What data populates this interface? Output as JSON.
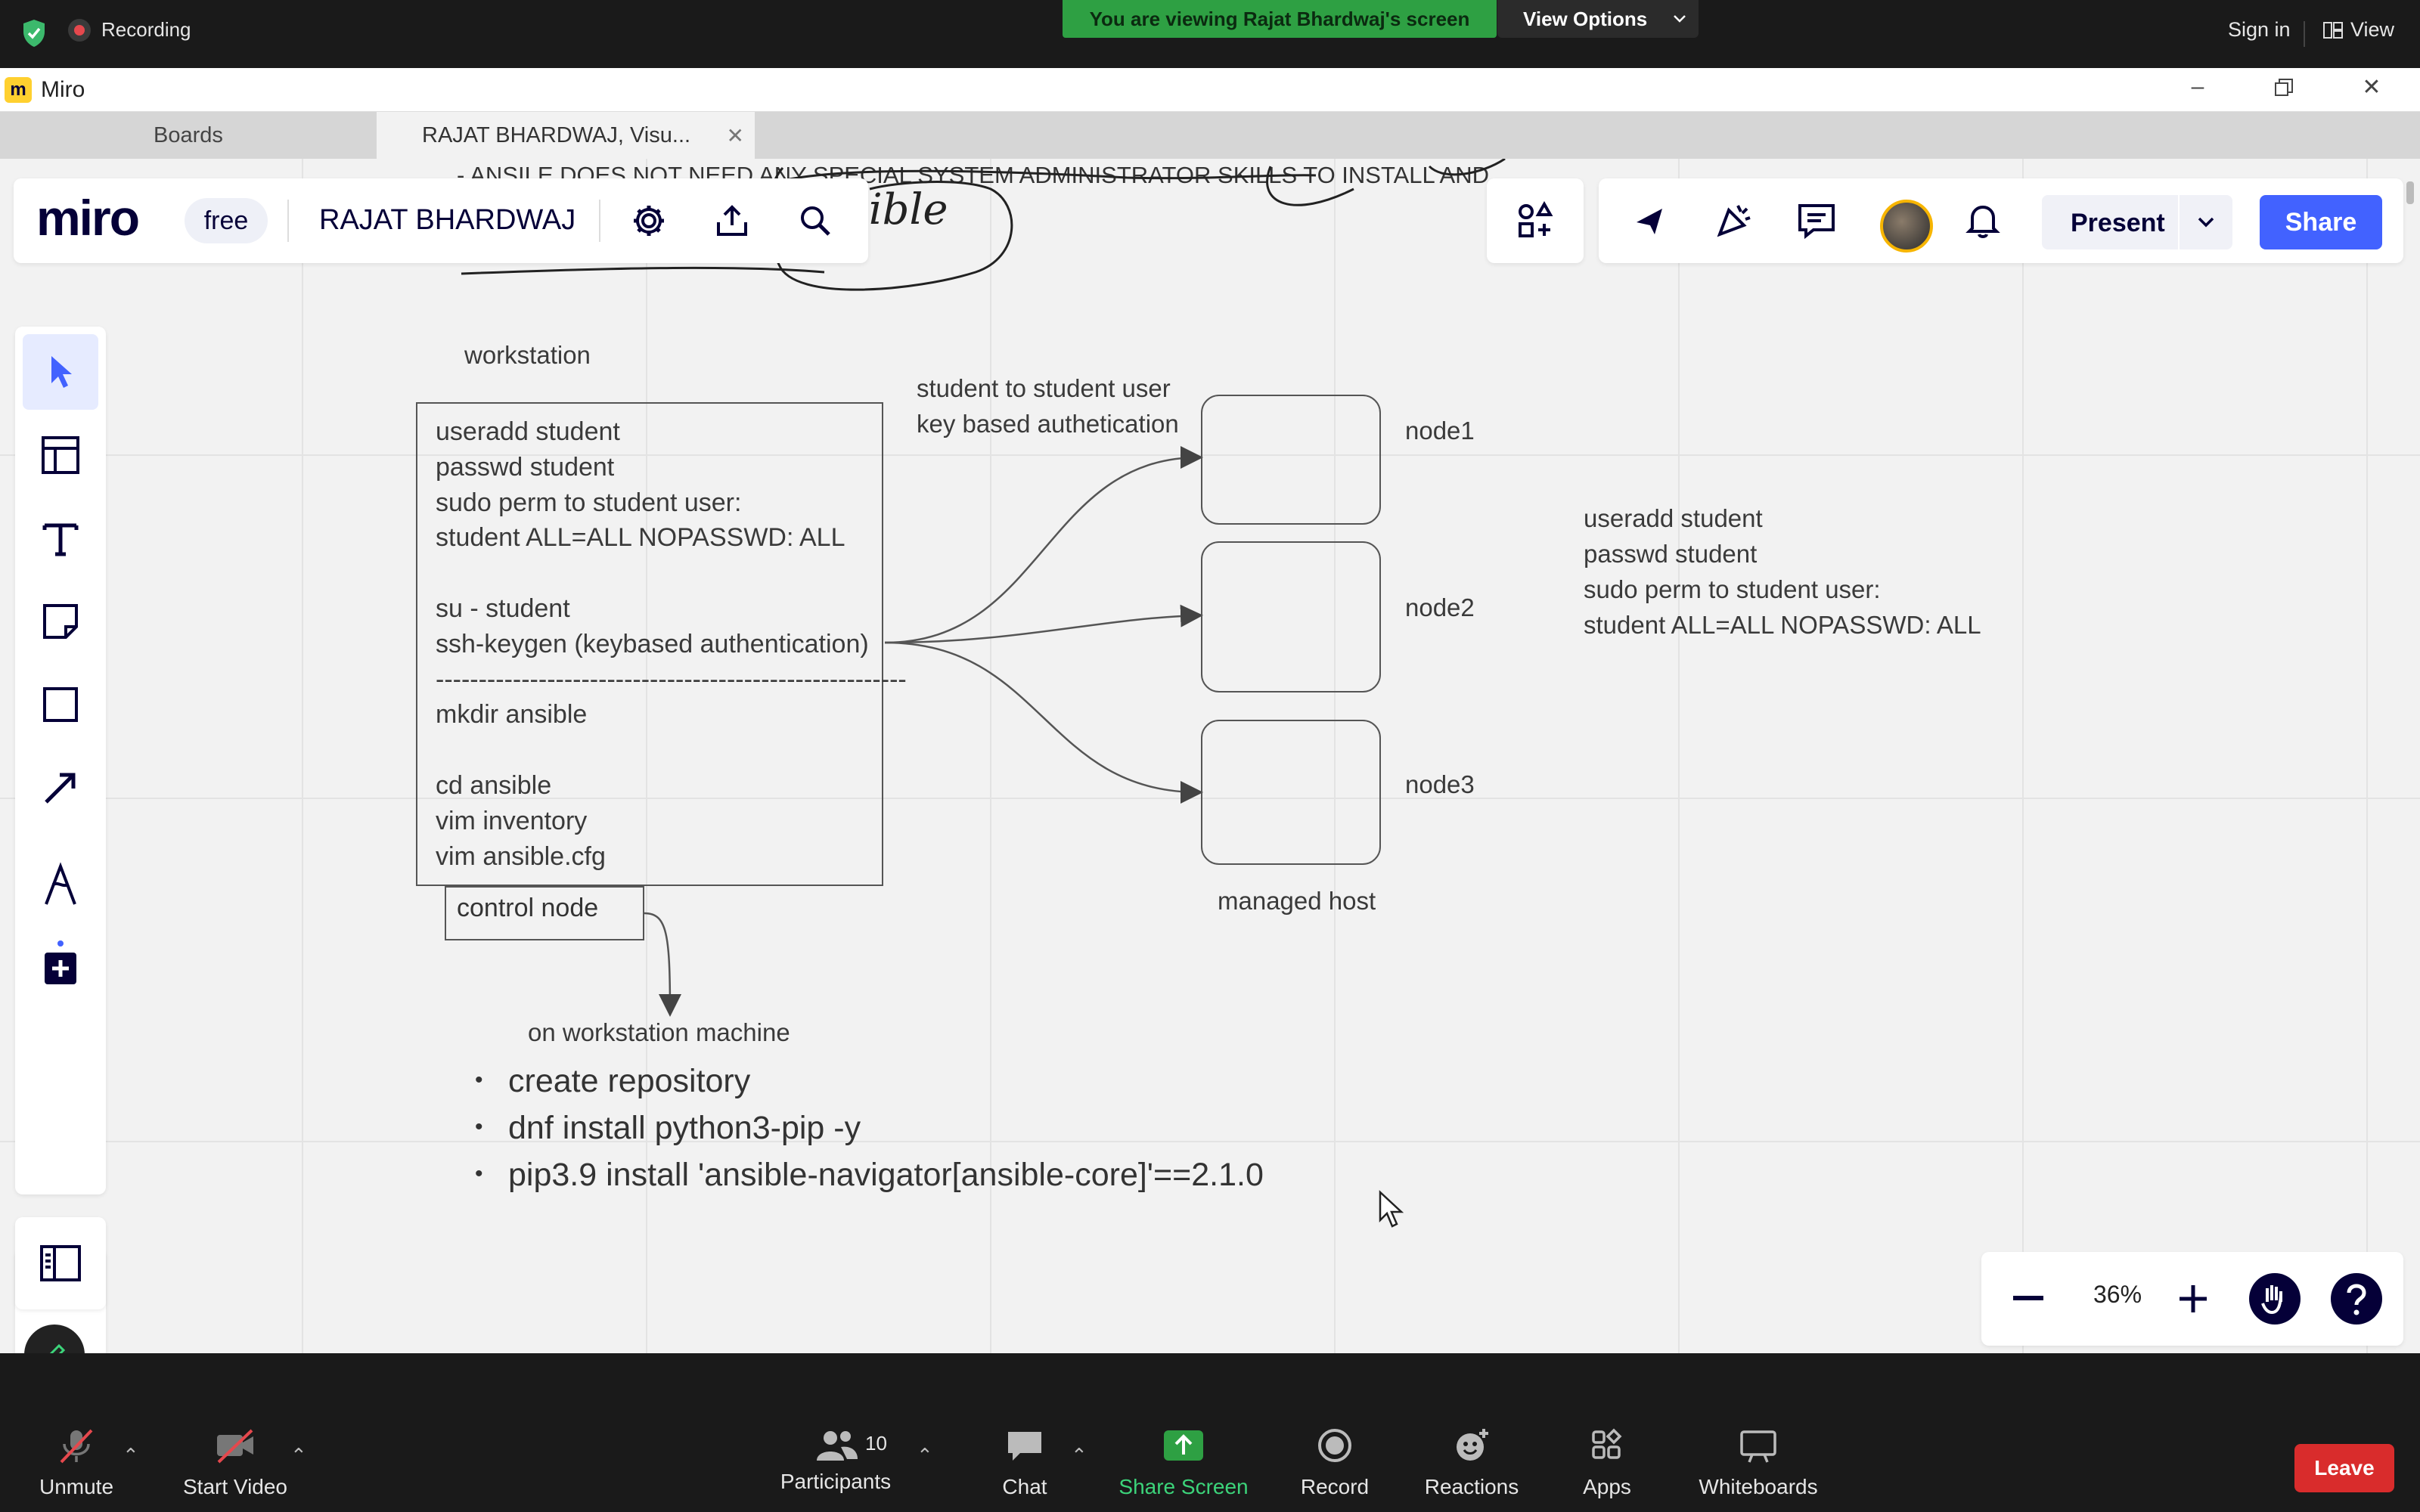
{
  "zoom_top": {
    "recording_label": "Recording",
    "viewing_banner": "You are viewing Rajat Bhardwaj's screen",
    "view_options": "View Options",
    "sign_in": "Sign in",
    "view": "View"
  },
  "miro_window": {
    "title": "Miro",
    "logo_letter": "m",
    "tabs": [
      {
        "label": "Boards"
      },
      {
        "label": "RAJAT BHARDWAJ, Visu..."
      }
    ]
  },
  "miro_toolbar": {
    "brand": "miro",
    "plan_badge": "free",
    "board_name": "RAJAT BHARDWAJ",
    "present_label": "Present",
    "share_label": "Share",
    "icons": [
      "gear-icon",
      "upload-icon",
      "search-icon",
      "apps-icon",
      "cursor-toggle-icon",
      "reactions-icon",
      "comments-icon",
      "avatar",
      "bell-icon"
    ]
  },
  "left_toolbar": {
    "tools": [
      "select-tool",
      "templates-tool",
      "text-tool",
      "sticky-note-tool",
      "shape-tool",
      "connector-tool",
      "pen-tool",
      "more-tools"
    ]
  },
  "zoom_control": {
    "zoom_level": "36%"
  },
  "board": {
    "top_text": "- ANSILE DOES NOT NEED ANY SPECIAL SYSTEM ADMINISTRATOR SKILLS TO INSTALL AND",
    "scribble_text": "sible",
    "workstation_label": "workstation",
    "workstation_lines": "useradd student\npasswd student\nsudo perm to student user:\nstudent ALL=ALL NOPASSWD: ALL\n\nsu - student\nssh-keygen (keybased authentication)\n-------------------------------------------------------\nmkdir ansible\n\ncd ansible\nvim inventory\nvim ansible.cfg",
    "control_node_label": "control node",
    "arrow_label": "student to student user\nkey based authetication",
    "nodes": [
      {
        "label": "node1"
      },
      {
        "label": "node2"
      },
      {
        "label": "node3"
      }
    ],
    "managed_host_label": "managed host",
    "right_note": "useradd student\npasswd student\nsudo perm to student user:\nstudent ALL=ALL NOPASSWD: ALL",
    "on_workstation_label": "on workstation machine",
    "bullets": [
      "create repository",
      "dnf install python3-pip -y",
      "pip3.9 install 'ansible-navigator[ansible-core]'==2.1.0"
    ]
  },
  "zoom_bottom": {
    "unmute": "Unmute",
    "start_video": "Start Video",
    "participants": "Participants",
    "participants_count": "10",
    "chat": "Chat",
    "share_screen": "Share Screen",
    "record": "Record",
    "reactions": "Reactions",
    "apps": "Apps",
    "whiteboards": "Whiteboards",
    "leave": "Leave"
  },
  "colors": {
    "zoom_green": "#2ea043",
    "miro_blue": "#4262ff",
    "leave_red": "#d92c2c"
  }
}
